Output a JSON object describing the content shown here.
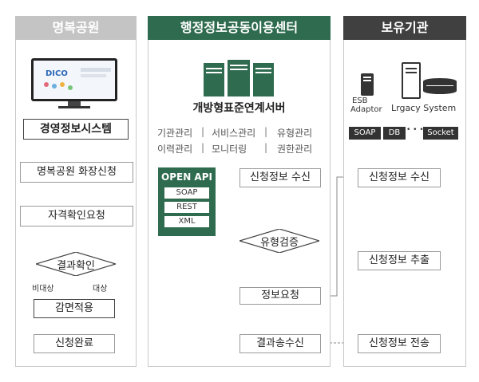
{
  "columns": {
    "left": {
      "title": "명복공원",
      "tab_color": "#c4c4c4"
    },
    "center": {
      "title": "행정정보공동이용센터",
      "tab_color": "#2f6b4e"
    },
    "right": {
      "title": "보유기관",
      "tab_color": "#404040"
    }
  },
  "left": {
    "monitor_brand": "DICO",
    "system_label": "경영정보시스템",
    "step1": "명복공원 화장신청",
    "step2": "자격확인요청",
    "decision": "결과확인",
    "branch_no": "비대상",
    "branch_yes": "대상",
    "step3": "감면적용",
    "step4": "신청완료"
  },
  "center": {
    "server_label": "개방형표준연계서버",
    "menu_row1": [
      "기관관리",
      "서비스관리",
      "유형관리"
    ],
    "menu_row2": [
      "이력관리",
      "모니터링",
      "권한관리"
    ],
    "openapi_title": "OPEN API",
    "openapi_items": [
      "SOAP",
      "REST",
      "XML"
    ],
    "recv": "신청정보 수신",
    "decision": "유형검증",
    "request": "정보요청",
    "result": "결과송수신"
  },
  "right": {
    "esb_label1": "ESB",
    "esb_label2": "Adaptor",
    "legacy_label": "Lrgacy System",
    "proto_items": [
      "SOAP",
      "DB",
      "Socket"
    ],
    "proto_dots": "• • •",
    "recv": "신청정보 수신",
    "extract": "신청정보 추출",
    "send": "신청정보 전송"
  }
}
